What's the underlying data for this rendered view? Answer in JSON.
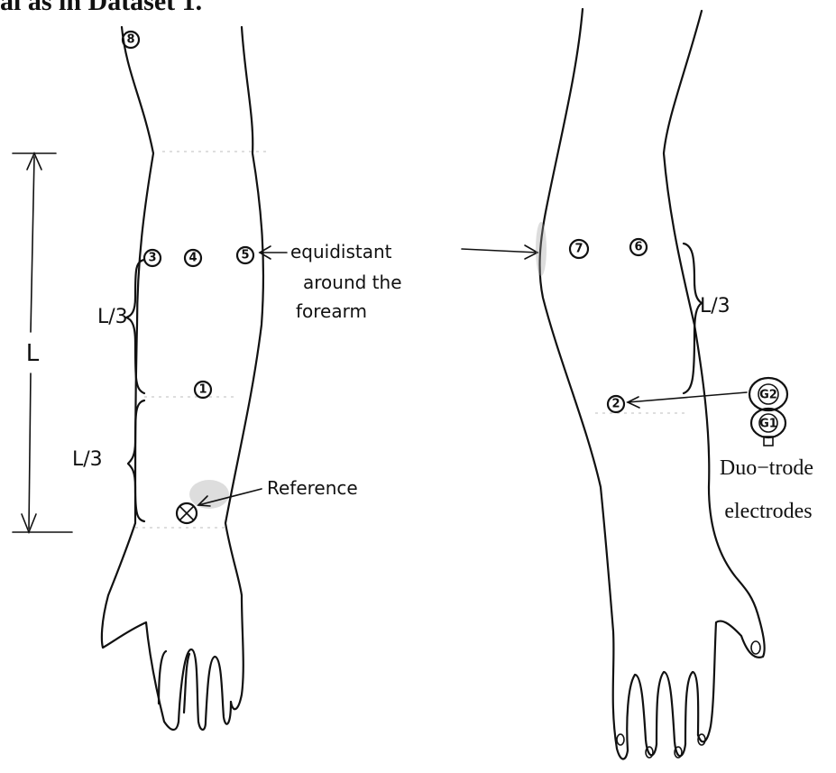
{
  "header": {
    "cropped_title": "al as in Dataset 1."
  },
  "annotations": {
    "length": "L",
    "third_upper": "L/3",
    "third_lower": "L/3",
    "third_right": "L/3",
    "equidistant_line1": "equidistant",
    "equidistant_line2": "around the",
    "equidistant_line3": "forearm",
    "reference": "Reference",
    "duotrode_line1": "Duo−trode",
    "duotrode_line2": "electrodes"
  },
  "electrodes": {
    "e1": "1",
    "e2": "2",
    "e3": "3",
    "e4": "4",
    "e5": "5",
    "e6": "6",
    "e7": "7",
    "e8": "8",
    "g1": "G1",
    "g2": "G2"
  }
}
